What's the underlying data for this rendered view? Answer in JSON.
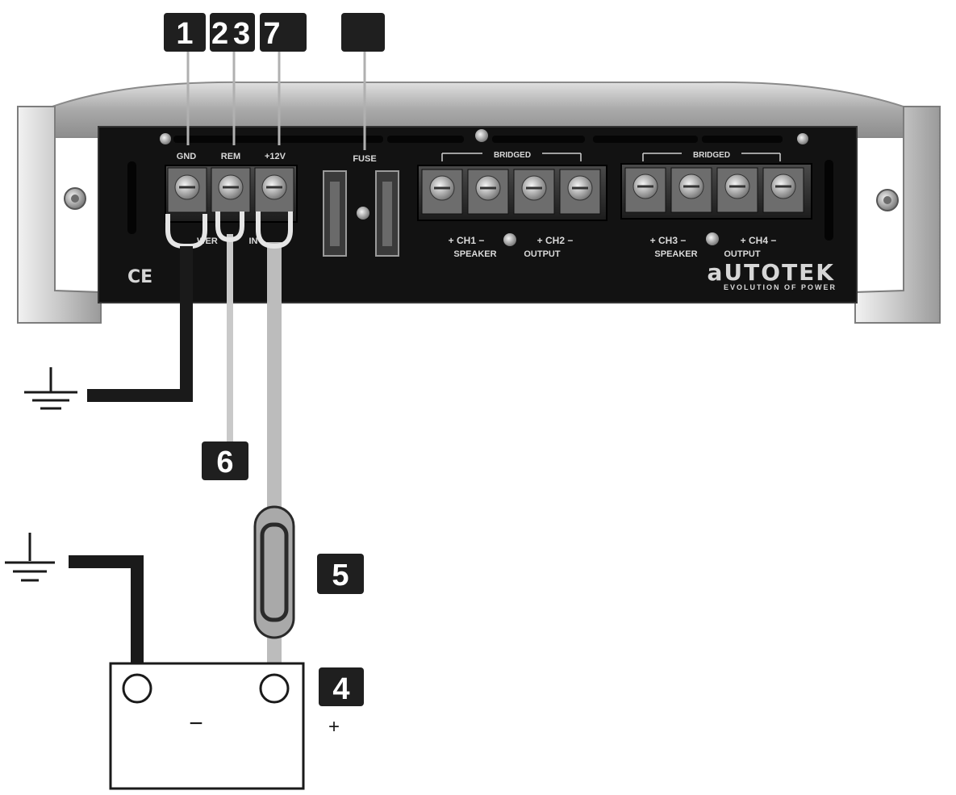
{
  "callouts": {
    "c1": "1",
    "c2": "2",
    "c3": "3",
    "c7": "7",
    "c_blank": "",
    "c6": "6",
    "c5": "5",
    "c4": "4"
  },
  "terminals": {
    "gnd": "GND",
    "rem": "REM",
    "v12": "+12V",
    "fuse": "FUSE"
  },
  "outputs": {
    "bridged_left": "BRIDGED",
    "bridged_right": "BRIDGED",
    "ch1": "+ CH1 −",
    "ch2": "+ CH2 −",
    "speaker_left": "SPEAKER",
    "output_left": "OUTPUT",
    "ch3": "+ CH3 −",
    "ch4": "+ CH4 −",
    "speaker_right": "SPEAKER",
    "output_right": "OUTPUT"
  },
  "power_input": {
    "left": "WER",
    "right": "IN"
  },
  "branding": {
    "name": "aUTOTEK",
    "tagline": "EVOLUTION OF POWER",
    "ce": "CE"
  },
  "battery": {
    "minus": "−",
    "plus": "+"
  },
  "colors": {
    "badge": "#1f1f1f",
    "panel": "#121212",
    "housing": "#b9b9b9",
    "ground_wire": "#1a1a1a",
    "power_wire": "#bcbcbc",
    "remote_wire": "#c9c9c9"
  },
  "icons": [
    "ground-symbol-icon",
    "inline-fuse-icon",
    "battery-icon"
  ]
}
